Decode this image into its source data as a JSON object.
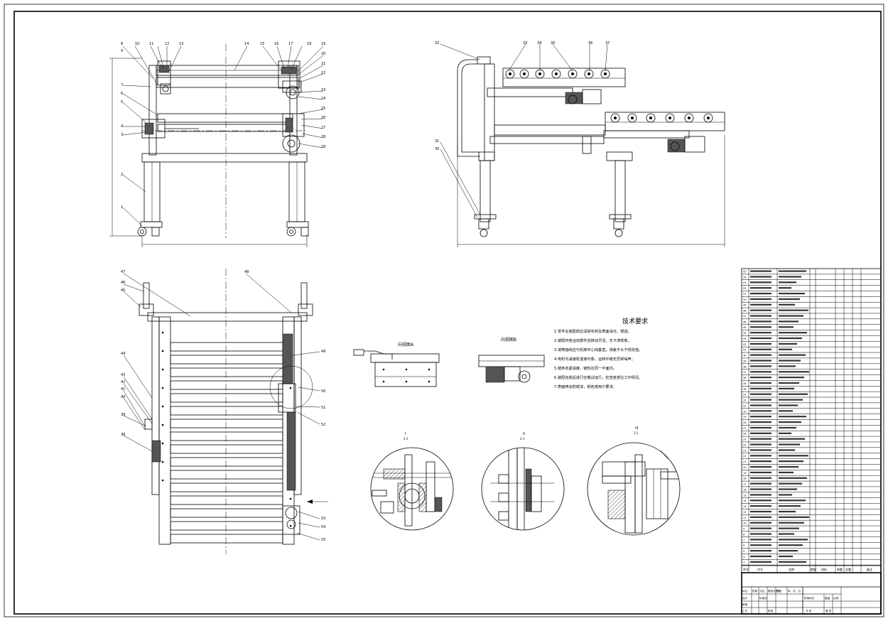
{
  "sheet": {
    "title_tech": "技术要求",
    "tech_lines": [
      "1.零件在装配前应清除毛刺及表面油污、锈迹。",
      "2.装配时各运动部件应转动灵活，无卡滞现象。",
      "3.滚筒轴线应与机架中心线垂直，误差不大于规定值。",
      "4.电机与减速机连接可靠，运转平稳无异常噪声。",
      "5.链条张紧适度，链轮在同一平面内。",
      "6.装配完成后进行空载试运行，检查各部位工作情况。",
      "7.表面喷涂防锈漆，颜色按用户要求。"
    ],
    "view_labels": {
      "view_a": "向视图A",
      "view_b": "向视图B",
      "detail_1": "I",
      "detail_2": "II",
      "detail_3": "III",
      "scale": "2:1"
    },
    "bom_header": [
      "序号",
      "代号",
      "名称",
      "数量",
      "材料",
      "单重",
      "总重",
      "备注"
    ],
    "title_block": {
      "labels": [
        "标记",
        "处数",
        "分区",
        "更改文件号",
        "签名",
        "年、月、日",
        "设计",
        "标准化",
        "审核",
        "工艺",
        "批准",
        "阶段标记",
        "重量",
        "比例",
        "共 张",
        "第 张"
      ]
    }
  },
  "balloons_front": [
    "1",
    "2",
    "3",
    "4",
    "5",
    "6",
    "7",
    "8",
    "9",
    "10",
    "11",
    "12",
    "13",
    "14",
    "15",
    "16",
    "17",
    "18",
    "19",
    "20",
    "21",
    "22",
    "23",
    "24",
    "25",
    "26",
    "27",
    "28",
    "29"
  ],
  "balloons_side": [
    "30",
    "31",
    "32",
    "33",
    "34",
    "35",
    "36",
    "37"
  ],
  "balloons_top": [
    "38",
    "39",
    "40",
    "41",
    "42",
    "43",
    "44",
    "45",
    "46",
    "47",
    "48",
    "49",
    "50",
    "51",
    "52",
    "53",
    "54",
    "55"
  ]
}
